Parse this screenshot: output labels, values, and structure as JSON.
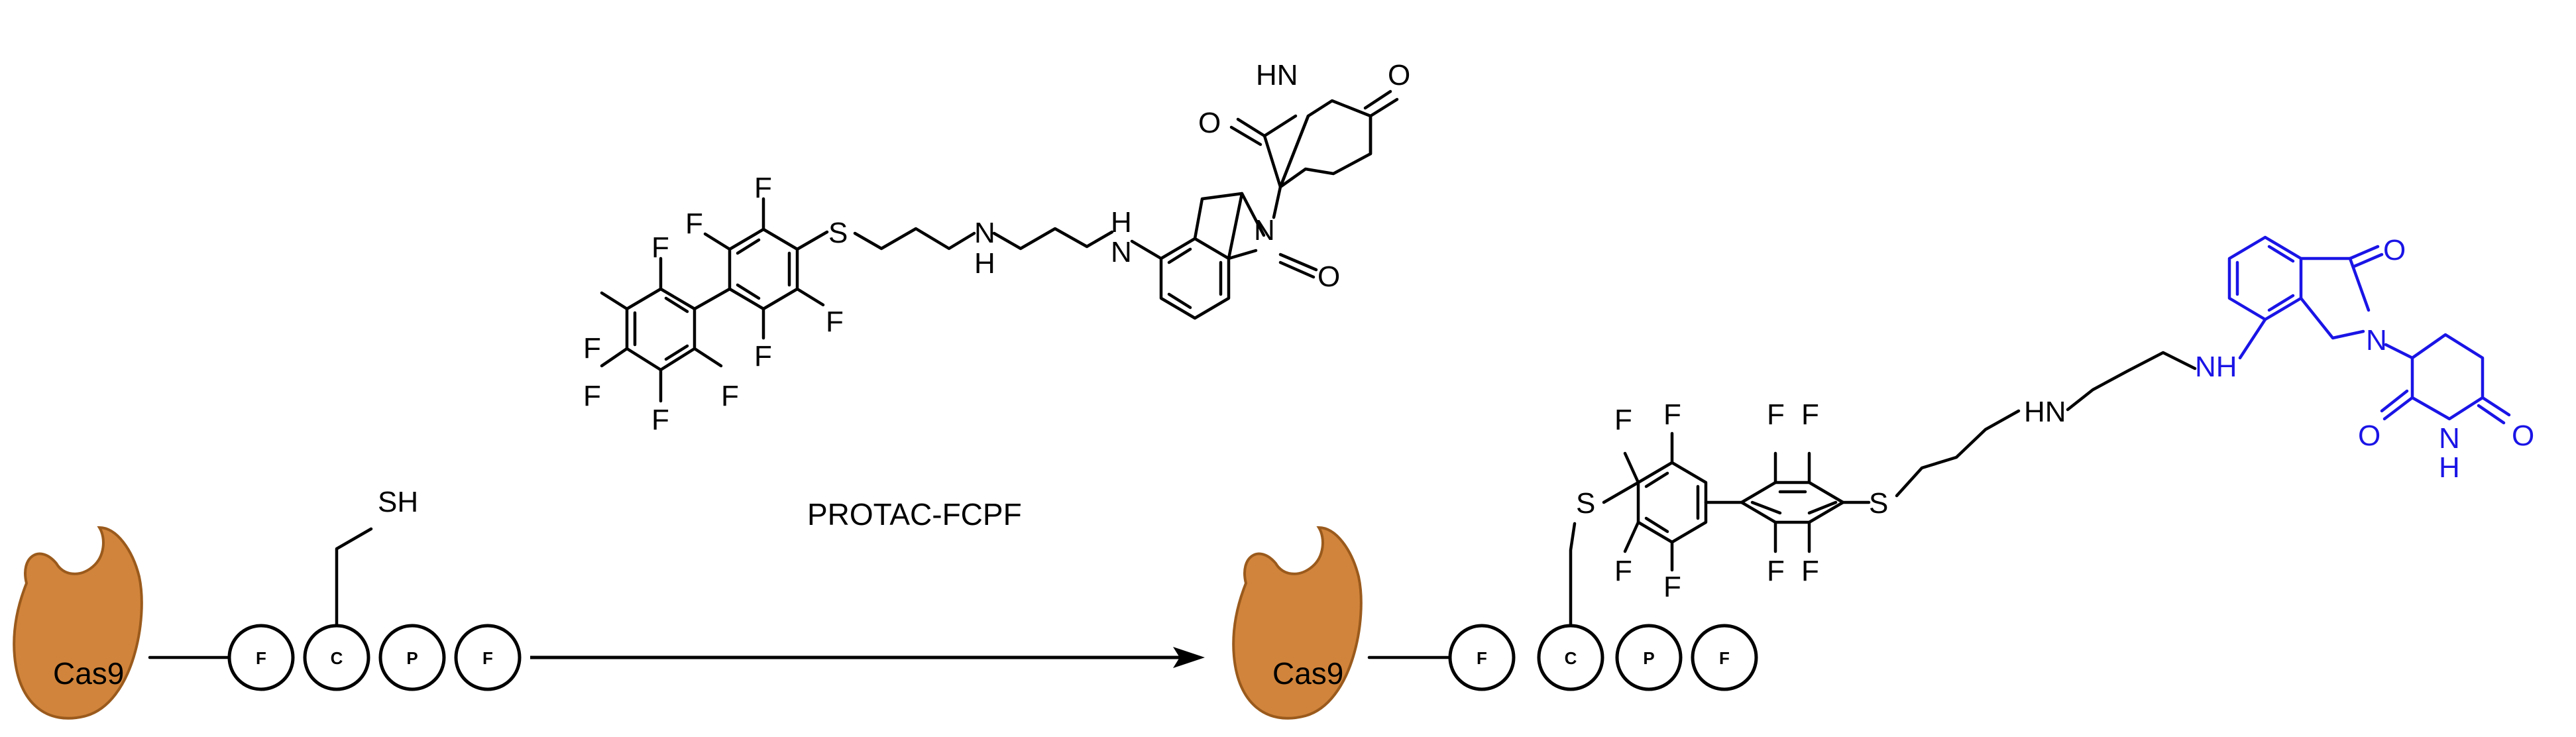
{
  "caption": "PROTAC-FCPF",
  "protein": "Cas9",
  "peptide": [
    "F",
    "C",
    "P",
    "F"
  ],
  "atoms": {
    "F": "F",
    "S": "S",
    "SH": "SH",
    "H": "H",
    "N": "N",
    "NH": "NH",
    "HN": "HN",
    "O": "O"
  },
  "colors": {
    "bond": "#000000",
    "pomalidomide": "#1a14e6",
    "cas9_fill": "#d1843b",
    "cas9_stroke": "#9a5a1c"
  }
}
